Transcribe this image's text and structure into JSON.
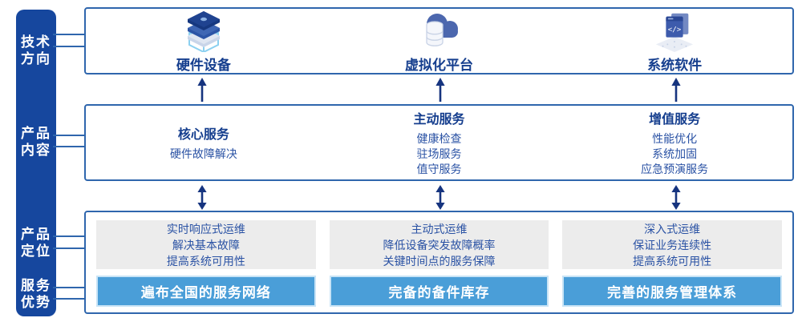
{
  "sidebar": {
    "items": [
      {
        "line1": "技术",
        "line2": "方向"
      },
      {
        "line1": "产品",
        "line2": "内容"
      },
      {
        "line1": "产品",
        "line2": "定位"
      },
      {
        "line1": "服务",
        "line2": "优势"
      }
    ]
  },
  "tech_row": {
    "items": [
      {
        "icon": "server-stack-icon",
        "label": "硬件设备"
      },
      {
        "icon": "cloud-database-icon",
        "label": "虚拟化平台"
      },
      {
        "icon": "code-window-icon",
        "label": "系统软件"
      }
    ]
  },
  "service_row": {
    "columns": [
      {
        "title": "核心服务",
        "items": [
          "硬件故障解决"
        ]
      },
      {
        "title": "主动服务",
        "items": [
          "健康检查",
          "驻场服务",
          "值守服务"
        ]
      },
      {
        "title": "增值服务",
        "items": [
          "性能优化",
          "系统加固",
          "应急预演服务"
        ]
      }
    ]
  },
  "positioning_row": {
    "columns": [
      {
        "lines": [
          "实时响应式运维",
          "解决基本故障",
          "提高系统可用性"
        ],
        "banner": "遍布全国的服务网络"
      },
      {
        "lines": [
          "主动式运维",
          "降低设备突发故障概率",
          "关键时间点的服务保障"
        ],
        "banner": "完备的备件库存"
      },
      {
        "lines": [
          "深入式运维",
          "保证业务连续性",
          "提高系统可用性"
        ],
        "banner": "完善的服务管理体系"
      }
    ]
  },
  "colors": {
    "sidebar_blue": "#16479E",
    "border_blue": "#2F66AD",
    "title_navy": "#153E8E",
    "body_navy": "#2A52A4",
    "banner_blue": "#4A9ED8",
    "panel_gray": "#ECECEC",
    "arrow_navy": "#16347F"
  }
}
